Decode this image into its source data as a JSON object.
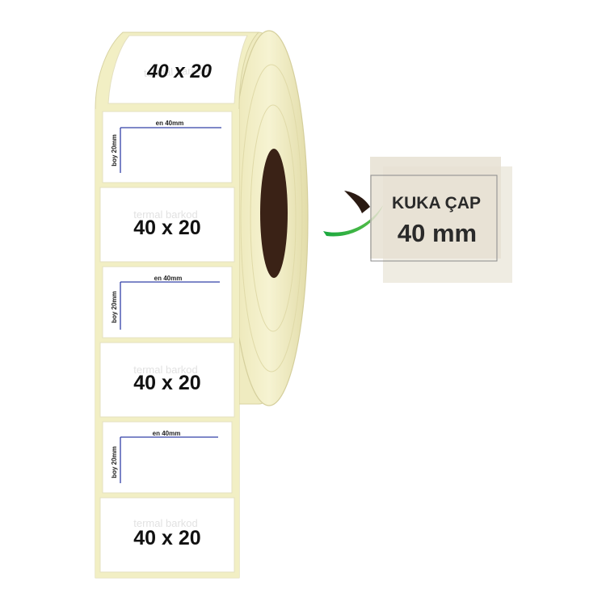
{
  "product": {
    "label_size_text": "40 x 20",
    "watermark": "termal barkod",
    "width_dimension_text": "en 40mm",
    "height_dimension_text": "boy 20mm"
  },
  "callout": {
    "title": "KUKA ÇAP",
    "value": "40 mm"
  },
  "colors": {
    "liner": "#f2efc4",
    "liner_edge": "#d8d3a2",
    "core": "#3a2216",
    "dimension_line": "#3340a8",
    "arrow_green": "#1e9e3a",
    "arrow_dark": "#2a1a12",
    "callout_bg": "#e6e1d2"
  }
}
